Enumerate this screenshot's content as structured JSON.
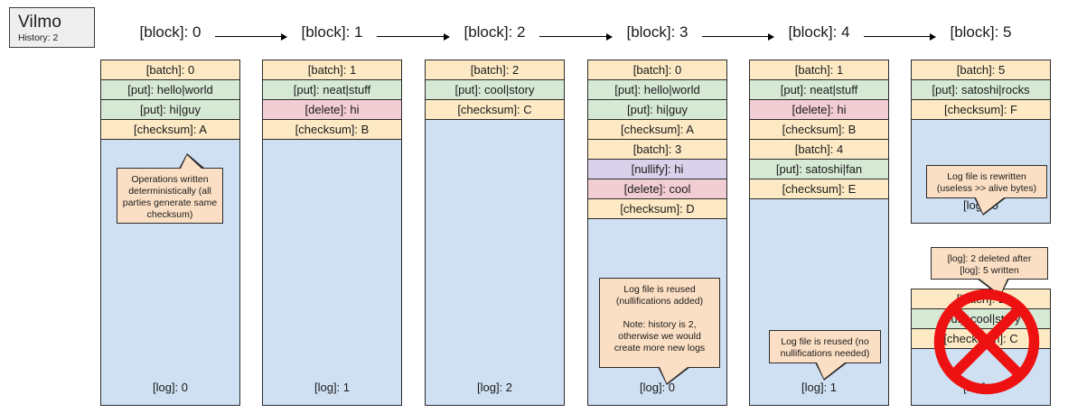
{
  "title_card": {
    "name": "Vilmo",
    "history_label": "History: 2"
  },
  "chain": {
    "headers": [
      "[block]: 0",
      "[block]: 1",
      "[block]: 2",
      "[block]: 3",
      "[block]: 4",
      "[block]: 5"
    ]
  },
  "blocks": [
    {
      "log_label": "[log]: 0",
      "rows": [
        {
          "kind": "batch",
          "text": "[batch]: 0"
        },
        {
          "kind": "put",
          "text": "[put]: hello|world"
        },
        {
          "kind": "put",
          "text": "[put]: hi|guy"
        },
        {
          "kind": "checksum",
          "text": "[checksum]: A"
        }
      ],
      "callout": "Operations written\ndeterministically (all\nparties generate same\nchecksum)"
    },
    {
      "log_label": "[log]: 1",
      "rows": [
        {
          "kind": "batch",
          "text": "[batch]: 1"
        },
        {
          "kind": "put",
          "text": "[put]: neat|stuff"
        },
        {
          "kind": "delete",
          "text": "[delete]: hi"
        },
        {
          "kind": "checksum",
          "text": "[checksum]: B"
        }
      ],
      "callout": null
    },
    {
      "log_label": "[log]: 2",
      "rows": [
        {
          "kind": "batch",
          "text": "[batch]: 2"
        },
        {
          "kind": "put",
          "text": "[put]: cool|story"
        },
        {
          "kind": "checksum",
          "text": "[checksum]: C"
        }
      ],
      "callout": null
    },
    {
      "log_label": "[log]: 0",
      "rows": [
        {
          "kind": "batch",
          "text": "[batch]: 0"
        },
        {
          "kind": "put",
          "text": "[put]: hello|world"
        },
        {
          "kind": "put",
          "text": "[put]: hi|guy"
        },
        {
          "kind": "checksum",
          "text": "[checksum]: A"
        },
        {
          "kind": "batch",
          "text": "[batch]: 3"
        },
        {
          "kind": "nullify",
          "text": "[nullify]: hi"
        },
        {
          "kind": "delete",
          "text": "[delete]: cool"
        },
        {
          "kind": "checksum",
          "text": "[checksum]: D"
        }
      ],
      "callout": "Log file is reused\n(nullifications added)\n\nNote: history is 2,\notherwise we would\ncreate more new logs"
    },
    {
      "log_label": "[log]: 1",
      "rows": [
        {
          "kind": "batch",
          "text": "[batch]: 1"
        },
        {
          "kind": "put",
          "text": "[put]: neat|stuff"
        },
        {
          "kind": "delete",
          "text": "[delete]: hi"
        },
        {
          "kind": "checksum",
          "text": "[checksum]: B"
        },
        {
          "kind": "batch",
          "text": "[batch]: 4"
        },
        {
          "kind": "put",
          "text": "[put]: satoshi|fan"
        },
        {
          "kind": "checksum",
          "text": "[checksum]: E"
        }
      ],
      "callout": "Log file is reused (no\nnullifications needed)"
    },
    {
      "log_label": "[log]: 5",
      "rows": [
        {
          "kind": "batch",
          "text": "[batch]: 5"
        },
        {
          "kind": "put",
          "text": "[put]: satoshi|rocks"
        },
        {
          "kind": "checksum",
          "text": "[checksum]: F"
        }
      ],
      "callout": "Log file is rewritten\n(useless >> alive bytes)"
    }
  ],
  "deleted_block": {
    "log_label": "[log]: 2",
    "rows": [
      {
        "kind": "batch",
        "text": "[batch]: 2"
      },
      {
        "kind": "put",
        "text": "[put]: cool|story"
      },
      {
        "kind": "checksum",
        "text": "[checksum]: C"
      }
    ],
    "callout": "[log]: 2 deleted after\n[log]: 5 written",
    "marker_color": "#ee1111"
  }
}
